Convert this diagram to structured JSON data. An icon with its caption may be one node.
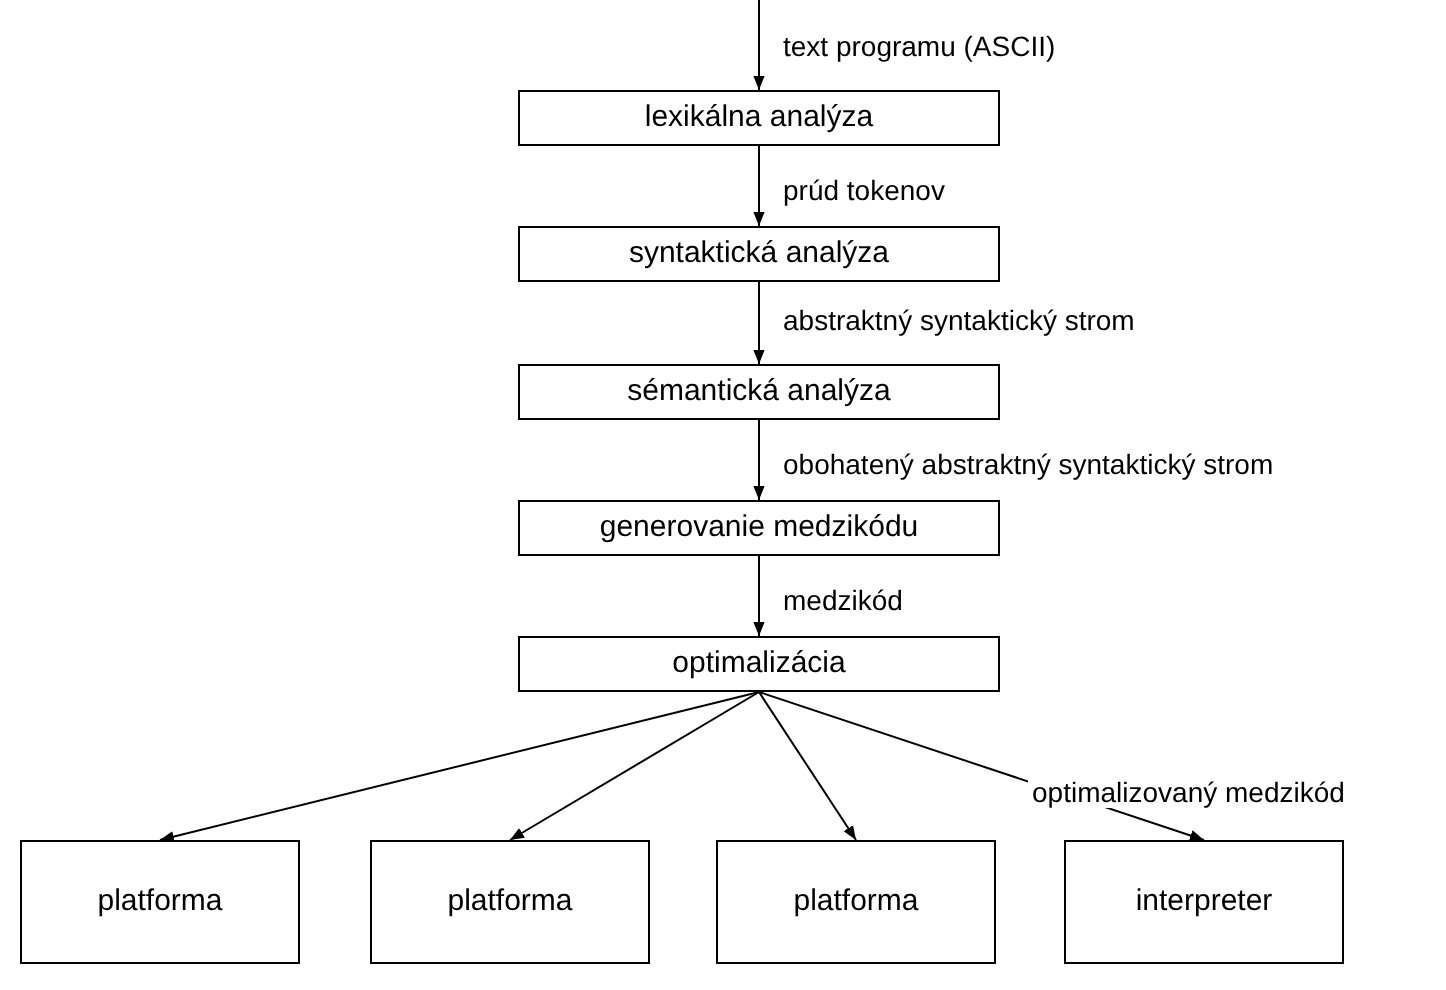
{
  "diagram": {
    "nodes": [
      {
        "text": [
          "lexikálna analýza"
        ]
      },
      {
        "text": [
          "syntaktická analýza"
        ]
      },
      {
        "text": [
          "sémantická analýza"
        ]
      },
      {
        "text": [
          "generovanie medzikódu"
        ]
      },
      {
        "text": [
          "optimalizácia"
        ]
      },
      {
        "text": [
          "platforma"
        ]
      },
      {
        "text": [
          "platforma"
        ]
      },
      {
        "text": [
          "platforma"
        ]
      },
      {
        "text": [
          "interpreter"
        ]
      }
    ],
    "edges": [
      {
        "from": null,
        "to": 0,
        "arrow": "to",
        "label": "text programu (ASCII)"
      },
      {
        "from": 0,
        "to": 1,
        "arrow": "to",
        "label": "prúd tokenov"
      },
      {
        "from": 1,
        "to": 2,
        "arrow": "to",
        "label": "abstraktný syntaktický strom"
      },
      {
        "from": 2,
        "to": 3,
        "arrow": "to",
        "label": "obohatený abstraktný syntaktický strom"
      },
      {
        "from": 3,
        "to": 4,
        "arrow": "to",
        "label": "medzikód"
      },
      {
        "from": 4,
        "to": 5,
        "arrow": "to"
      },
      {
        "from": 4,
        "to": 6,
        "arrow": "to"
      },
      {
        "from": 4,
        "to": 7,
        "arrow": "to"
      },
      {
        "from": 4,
        "to": 8,
        "arrow": "to"
      }
    ],
    "labels": [
      "optimalizovaný medzikód"
    ]
  }
}
